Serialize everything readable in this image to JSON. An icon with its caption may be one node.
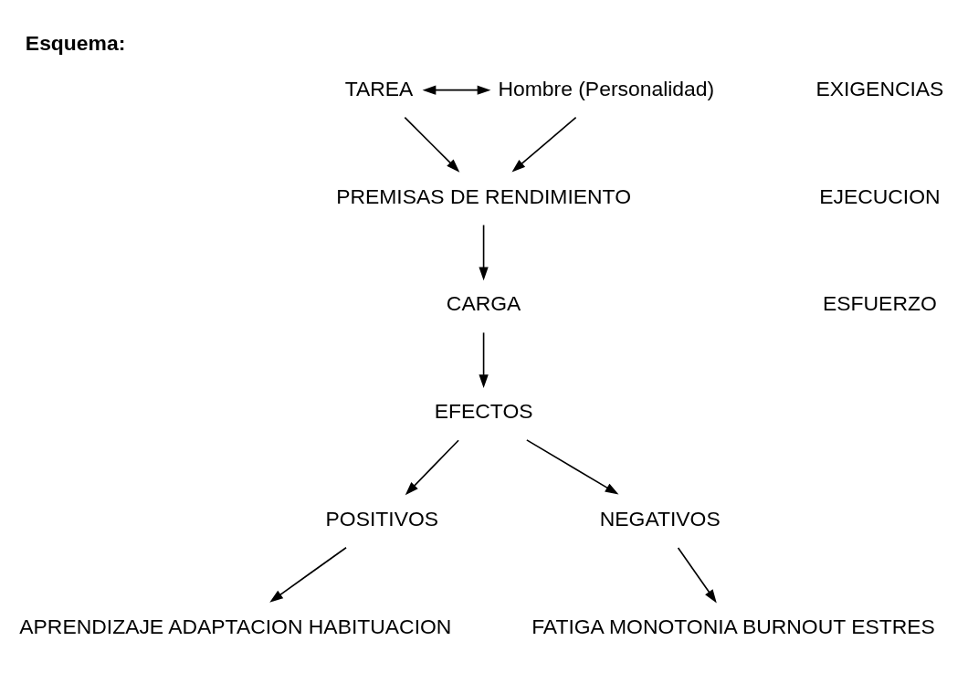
{
  "diagram": {
    "title": "Esquema:",
    "nodes": [
      {
        "text": [
          "TAREA"
        ]
      },
      {
        "text": [
          "Hombre (Personalidad)"
        ]
      },
      {
        "text": [
          "PREMISAS DE RENDIMIENTO"
        ]
      },
      {
        "text": [
          "CARGA"
        ]
      },
      {
        "text": [
          "EFECTOS"
        ]
      },
      {
        "text": [
          "POSITIVOS"
        ]
      },
      {
        "text": [
          "NEGATIVOS"
        ]
      },
      {
        "text": [
          "APRENDIZAJE ADAPTACION HABITUACION"
        ]
      },
      {
        "text": [
          "FATIGA MONOTONIA BURNOUT ESTRES"
        ]
      }
    ],
    "edges": [
      {
        "from": 0,
        "to": 1,
        "arrow": "both"
      },
      {
        "from": 0,
        "to": 2,
        "arrow": "to"
      },
      {
        "from": 1,
        "to": 2,
        "arrow": "to"
      },
      {
        "from": 2,
        "to": 3,
        "arrow": "to"
      },
      {
        "from": 3,
        "to": 4,
        "arrow": "to"
      },
      {
        "from": 4,
        "to": 5,
        "arrow": "to"
      },
      {
        "from": 4,
        "to": 6,
        "arrow": "to"
      },
      {
        "from": 5,
        "to": 7,
        "arrow": "to"
      },
      {
        "from": 6,
        "to": 8,
        "arrow": "to"
      }
    ],
    "labels": [
      "EXIGENCIAS",
      "EJECUCION",
      "ESFUERZO"
    ]
  }
}
